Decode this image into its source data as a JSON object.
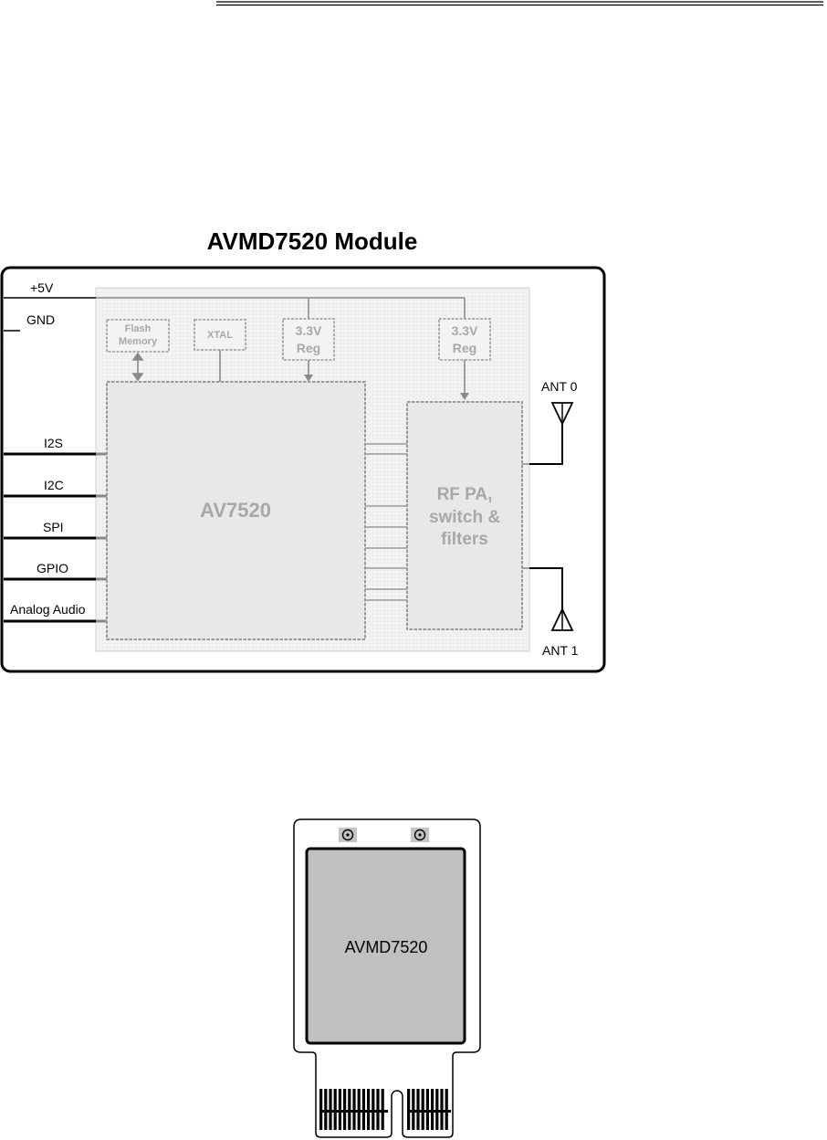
{
  "block_diagram": {
    "title": "AVMD7520 Module",
    "power_signals": {
      "vcc": "+5V",
      "gnd": "GND"
    },
    "interfaces": [
      "I2S",
      "I2C",
      "SPI",
      "GPIO",
      "Analog Audio"
    ],
    "blocks": {
      "flash": {
        "line1": "Flash",
        "line2": "Memory"
      },
      "xtal": "XTAL",
      "reg_a": {
        "line1": "3.3V",
        "line2": "Reg"
      },
      "reg_b": {
        "line1": "3.3V",
        "line2": "Reg"
      },
      "soc": "AV7520",
      "rf": {
        "line1": "RF PA,",
        "line2": "switch &",
        "line3": "filters"
      }
    },
    "antennas": {
      "ant0": "ANT 0",
      "ant1": "ANT 1"
    }
  },
  "module_card": {
    "label": "AVMD7520"
  }
}
